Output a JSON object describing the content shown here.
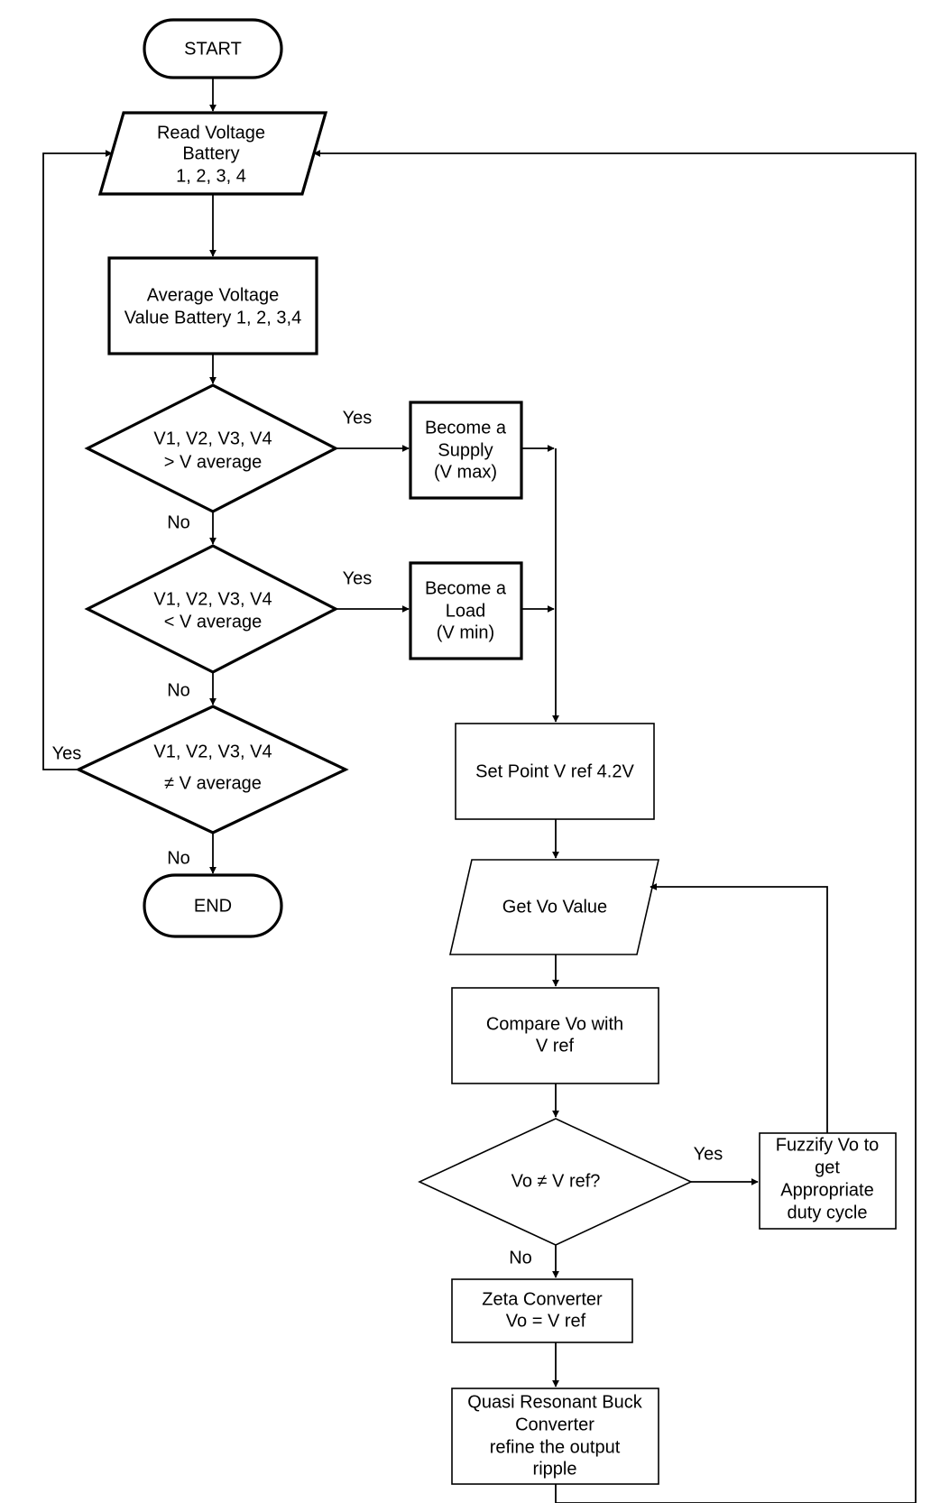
{
  "nodes": {
    "start": [
      "START"
    ],
    "read_voltage": [
      "Read Voltage",
      "Battery",
      "1, 2, 3, 4"
    ],
    "average_voltage": [
      "Average Voltage",
      "Value Battery 1, 2, 3,4"
    ],
    "decision_greater": [
      "V1, V2, V3, V4",
      "> V average"
    ],
    "supply": [
      "Become a",
      "Supply",
      "(V max)"
    ],
    "decision_less": [
      "V1, V2, V3, V4",
      "< V average"
    ],
    "load": [
      "Become a",
      "Load",
      "(V min)"
    ],
    "decision_not_equal": [
      "V1, V2, V3, V4",
      "≠  V average"
    ],
    "end": [
      "END"
    ],
    "set_point": [
      "Set Point V ref 4.2V"
    ],
    "get_vo": [
      "Get Vo Value"
    ],
    "compare_vo": [
      "Compare Vo with",
      "V ref"
    ],
    "decision_vo": [
      "Vo ≠ V ref?"
    ],
    "fuzzify": [
      "Fuzzify Vo to",
      "get",
      "Appropriate",
      "duty cycle"
    ],
    "zeta": [
      "Zeta Converter",
      "Vo = V ref"
    ],
    "quasi": [
      "Quasi Resonant Buck",
      "Converter",
      "refine the output",
      "ripple"
    ]
  },
  "edge_labels": {
    "greater_yes": "Yes",
    "greater_no": "No",
    "less_yes": "Yes",
    "less_no": "No",
    "not_equal_yes": "Yes",
    "not_equal_no": "No",
    "vo_yes": "Yes",
    "vo_no": "No"
  }
}
